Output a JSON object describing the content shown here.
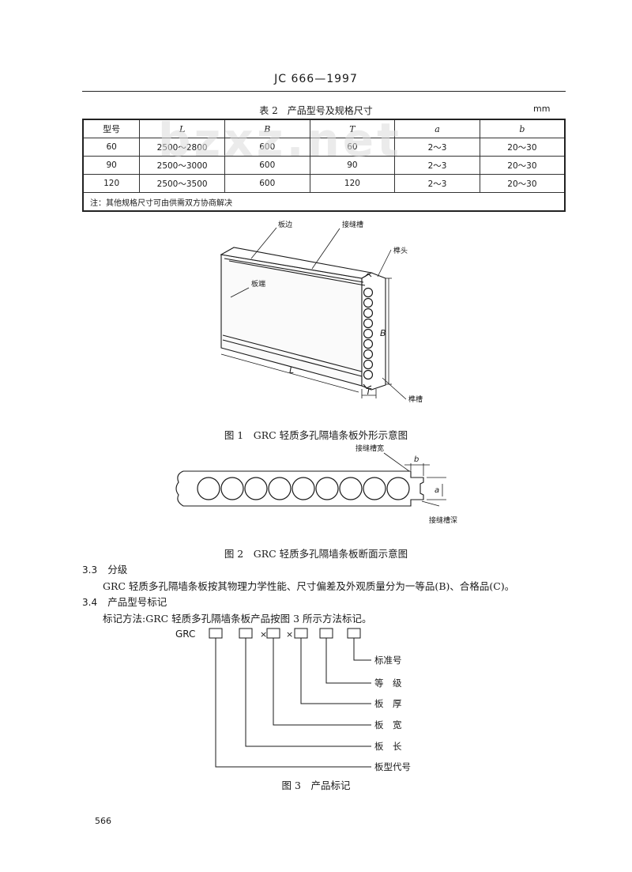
{
  "header": {
    "standard_code": "JC 666—1997"
  },
  "table": {
    "caption": "表 2　产品型号及规格尺寸",
    "unit": "mm",
    "columns": [
      "型号",
      "L",
      "B",
      "T",
      "a",
      "b"
    ],
    "rows": [
      [
        "60",
        "2500～2800",
        "600",
        "60",
        "2～3",
        "20～30"
      ],
      [
        "90",
        "2500～3000",
        "600",
        "90",
        "2～3",
        "20～30"
      ],
      [
        "120",
        "2500～3500",
        "600",
        "120",
        "2～3",
        "20～30"
      ]
    ],
    "note": "注：其他规格尺寸可由供需双方协商解决"
  },
  "watermark": "bzxz.net",
  "figure1": {
    "labels": {
      "edge": "板边",
      "joint_groove": "接缝槽",
      "tenon": "榫头",
      "end": "板端",
      "dim_b": "B",
      "dim_l": "L",
      "dim_t": "T",
      "mortise": "榫槽"
    },
    "caption": "图 1　GRC 轻质多孔隔墙条板外形示意图"
  },
  "figure2": {
    "labels": {
      "groove_width": "接缝槽宽",
      "dim_b": "b",
      "dim_a": "a",
      "groove_depth": "接缝槽深"
    },
    "caption": "图 2　GRC 轻质多孔隔墙条板断面示意图"
  },
  "section_3_3": {
    "number": "3.3",
    "title": "分级",
    "text": "GRC 轻质多孔隔墙条板按其物理力学性能、尺寸偏差及外观质量分为一等品(B)、合格品(C)。"
  },
  "section_3_4": {
    "number": "3.4",
    "title": "产品型号标记",
    "text": "标记方法:GRC 轻质多孔隔墙条板产品按图 3 所示方法标记。"
  },
  "figure3": {
    "prefix": "GRC",
    "times": "×",
    "labels": {
      "standard_no": "标准号",
      "grade": "等　级",
      "thickness": "板　厚",
      "width": "板　宽",
      "length": "板　长",
      "type_code": "板型代号"
    },
    "caption": "图 3　产品标记"
  },
  "footer": {
    "page_number": "566"
  }
}
